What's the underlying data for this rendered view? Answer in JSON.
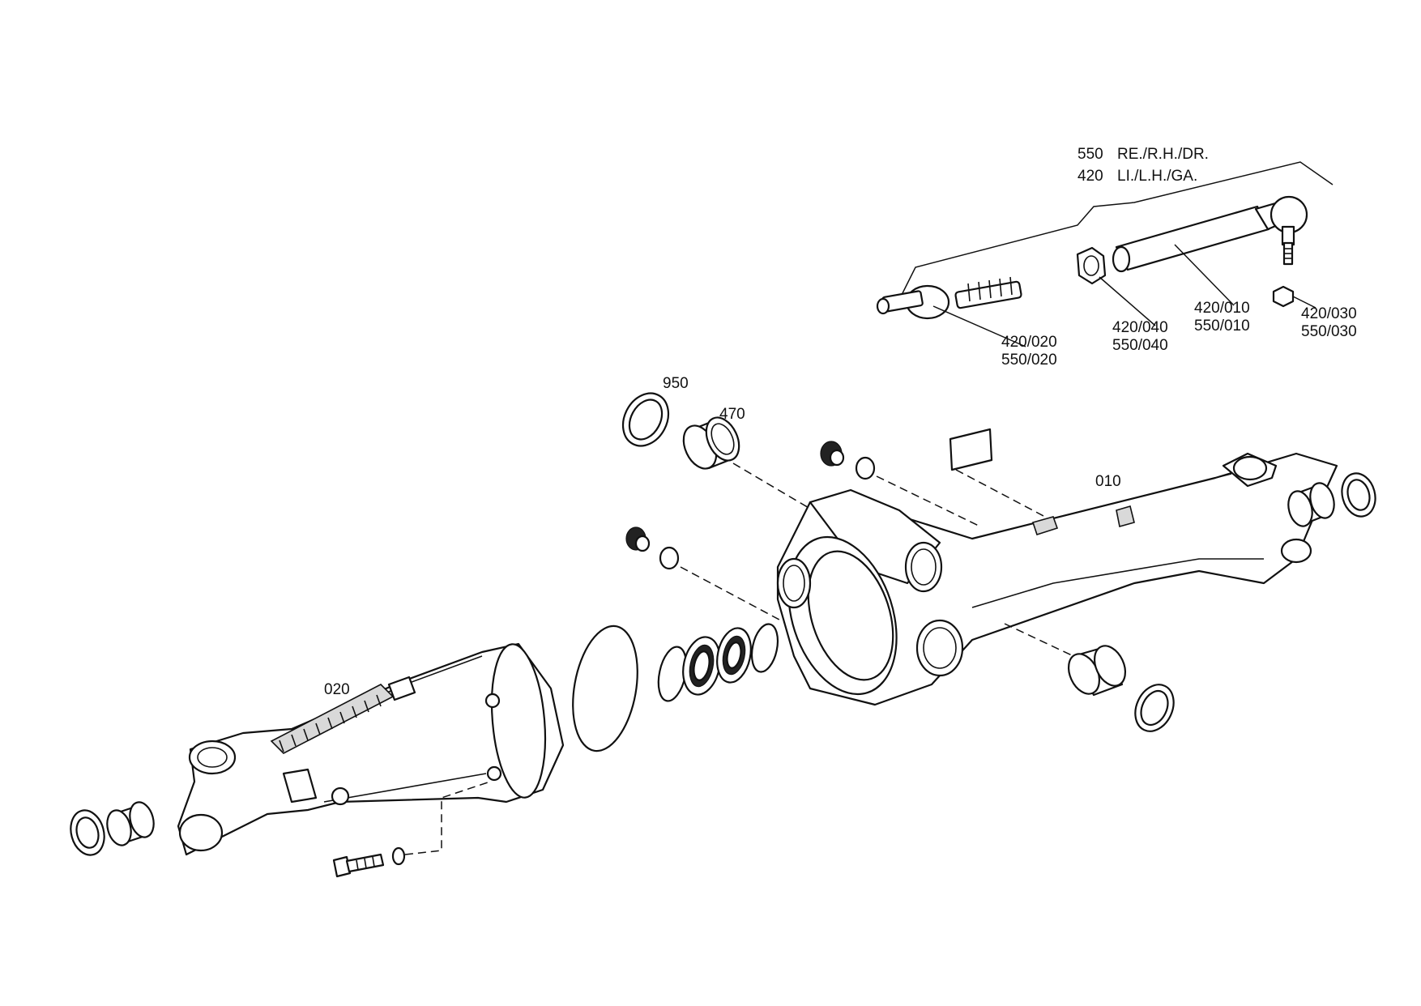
{
  "legend": {
    "right_code": "550",
    "right_text": "RE./R.H./DR.",
    "left_code": "420",
    "left_text": "LI./L.H./GA."
  },
  "parts": {
    "p010": "010",
    "p020": "020",
    "p470": "470",
    "p950": "950",
    "tie_rod_tube": [
      "420/010",
      "550/010"
    ],
    "ball_joint_inner": [
      "420/020",
      "550/020"
    ],
    "nut_outer": [
      "420/030",
      "550/030"
    ],
    "lock_nut": [
      "420/040",
      "550/040"
    ]
  }
}
